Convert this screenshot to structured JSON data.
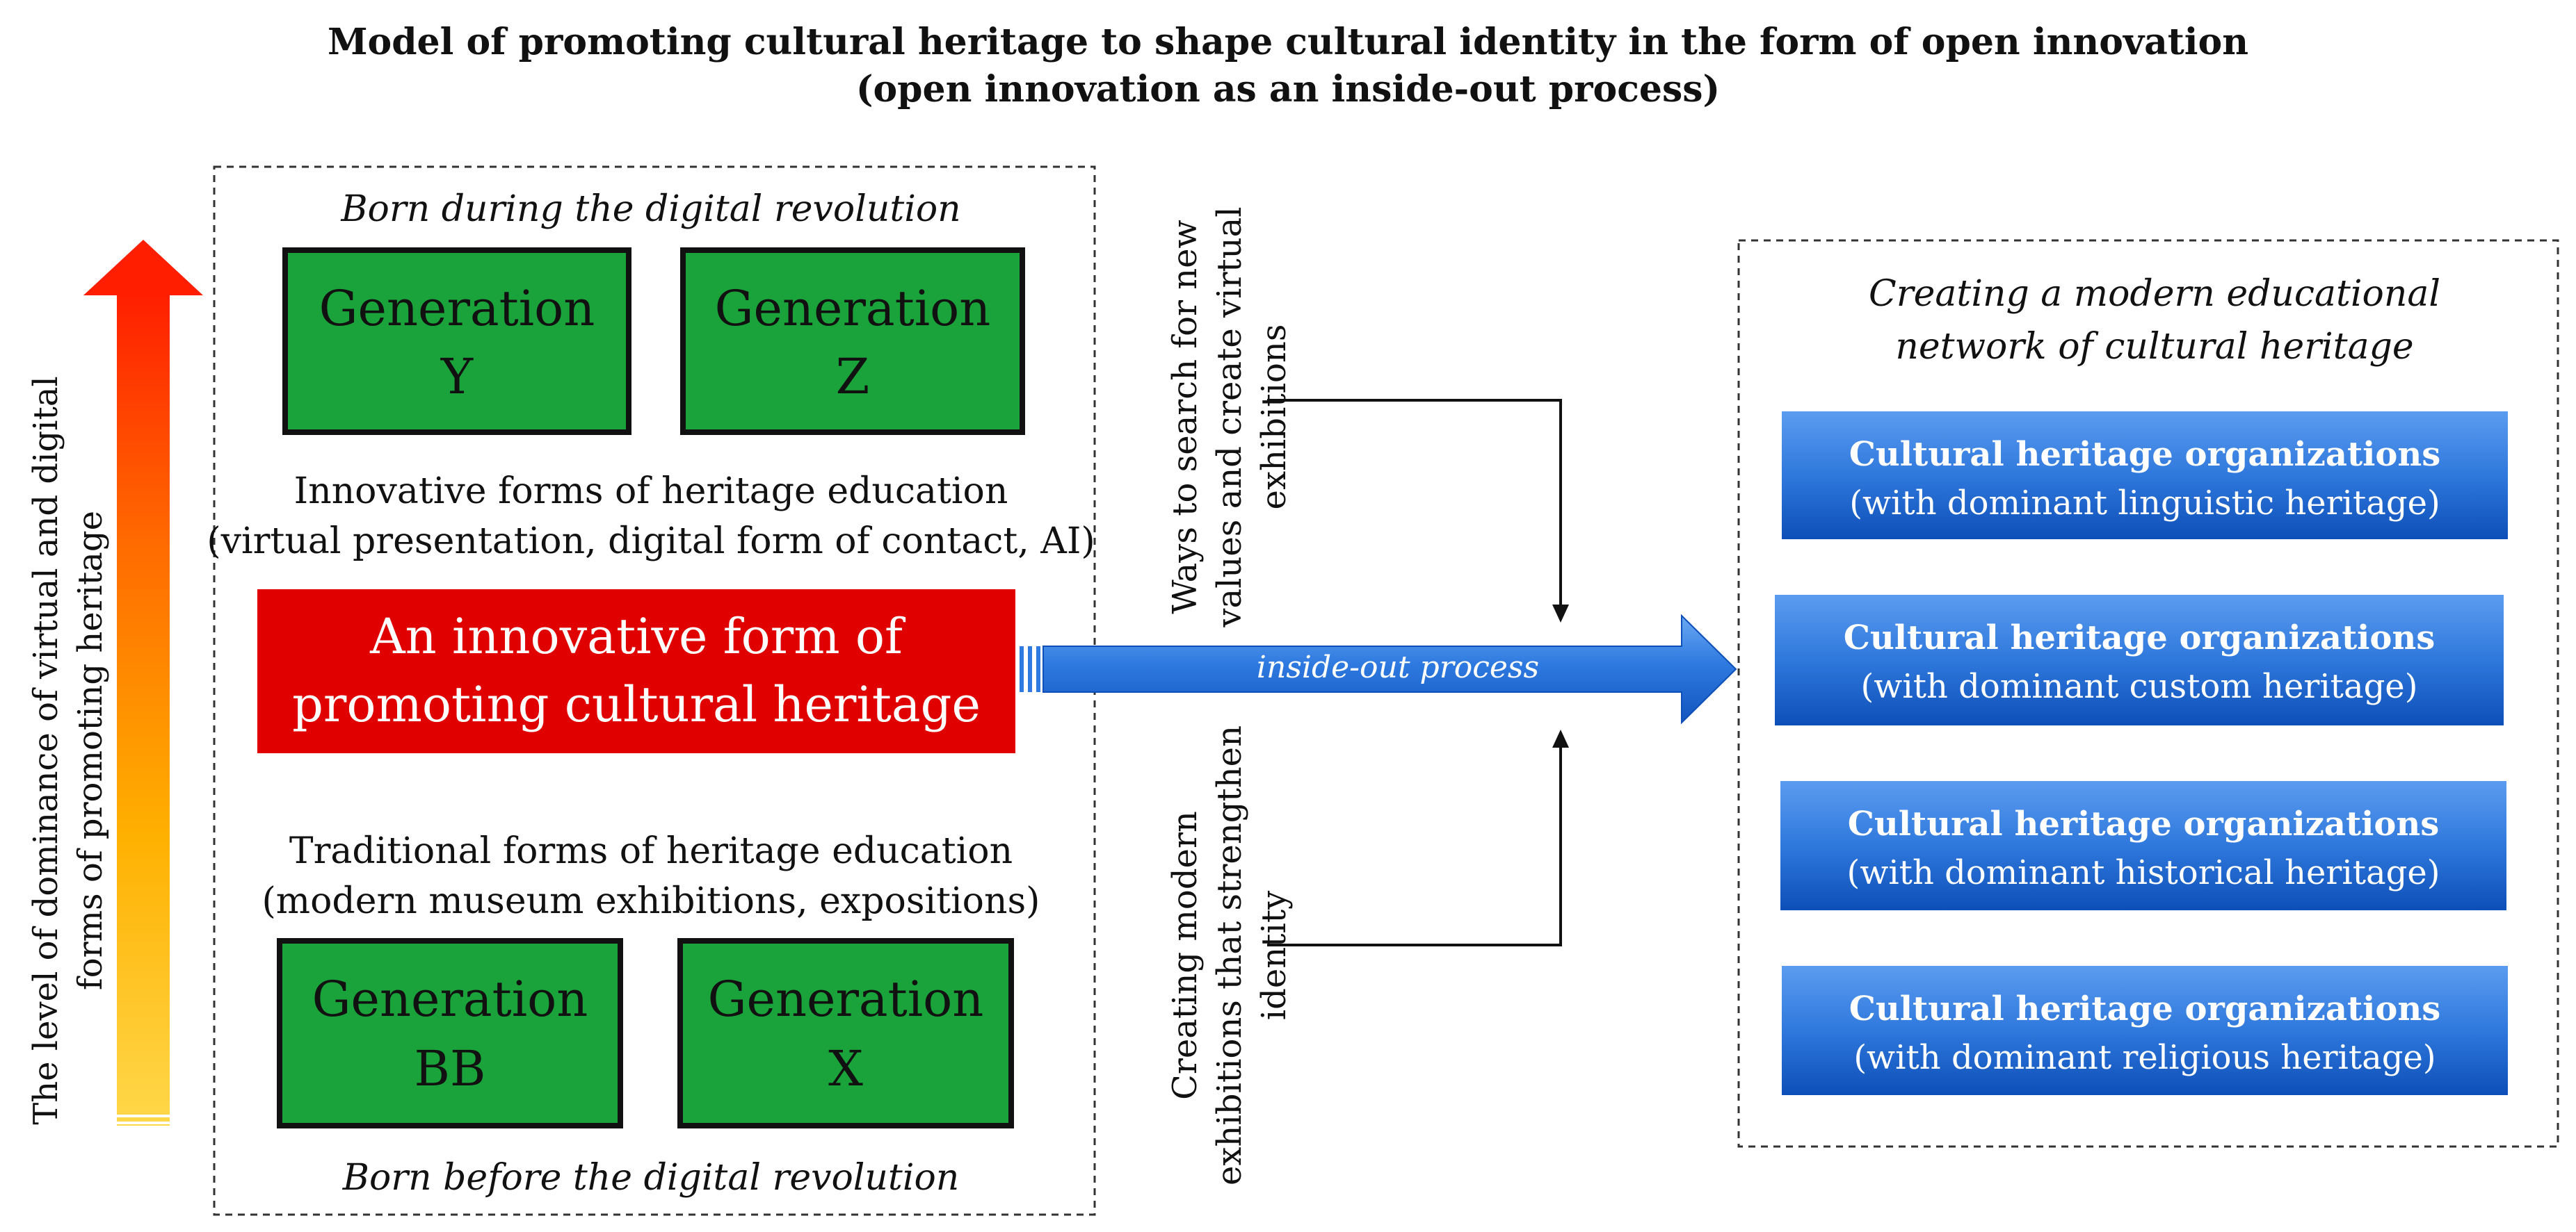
{
  "title_line1": "Model of promoting cultural heritage to shape cultural identity in the form of open innovation",
  "title_line2": "(open innovation as an inside-out process)",
  "vertical_axis_line1": "The level of dominance of virtual and digital",
  "vertical_axis_line2": "forms of promoting heritage",
  "left_panel": {
    "top_caption": "Born during the digital revolution",
    "bottom_caption": "Born before the digital revolution",
    "gen_y": [
      "Generation",
      "Y"
    ],
    "gen_z": [
      "Generation",
      "Z"
    ],
    "gen_bb": [
      "Generation",
      "BB"
    ],
    "gen_x": [
      "Generation",
      "X"
    ],
    "innovative_line1": "Innovative forms of heritage education",
    "innovative_line2": "(virtual presentation, digital form of contact, AI)",
    "traditional_line1": "Traditional forms of heritage education",
    "traditional_line2": "(modern museum exhibitions, expositions)",
    "red_line1": "An innovative form of",
    "red_line2": "promoting cultural heritage"
  },
  "ways_top": [
    "Ways to search for new",
    "values and create virtual",
    "exhibitions"
  ],
  "ways_bottom": [
    "Creating modern",
    "exhibitions that strengthen",
    "identity"
  ],
  "process_label": "inside-out process",
  "right_panel": {
    "heading_line1": "Creating a modern educational",
    "heading_line2": "network of cultural heritage",
    "org_title": "Cultural heritage organizations",
    "orgs": [
      "(with dominant linguistic heritage)",
      "(with dominant custom heritage)",
      "(with dominant historical heritage)",
      "(with dominant religious heritage)"
    ]
  },
  "colors": {
    "green": "#1aa33a",
    "red": "#e00000",
    "blue_top": "#4a8ee6",
    "blue_bottom": "#0d4fb8"
  }
}
